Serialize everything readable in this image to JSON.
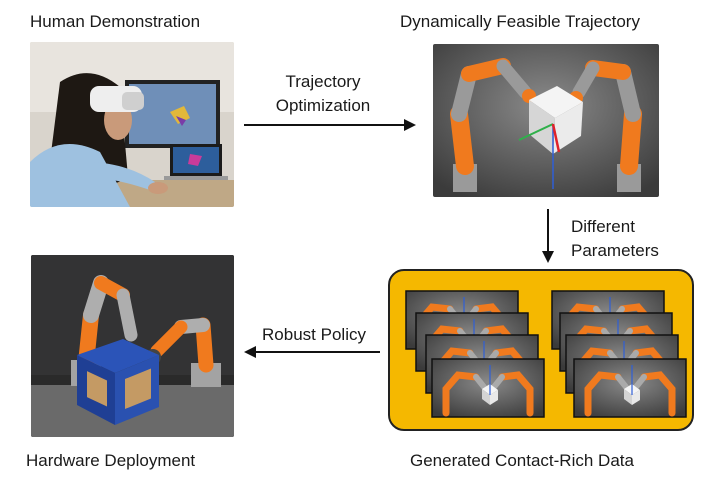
{
  "stages": {
    "human_demonstration": "Human Demonstration",
    "feasible_trajectory": "Dynamically Feasible Trajectory",
    "hardware_deployment": "Hardware Deployment",
    "generated_data": "Generated Contact-Rich Data"
  },
  "arrows": {
    "trajectory_optimization_line1": "Trajectory",
    "trajectory_optimization_line2": "Optimization",
    "different_parameters_line1": "Different",
    "different_parameters_line2": "Parameters",
    "robust_policy": "Robust Policy"
  },
  "colors": {
    "robot_orange": "#f07a1e",
    "robot_gray": "#9a9a9a",
    "sim_background": "#3b3b3b",
    "data_box": "#f5b800",
    "arrow": "#111111"
  }
}
